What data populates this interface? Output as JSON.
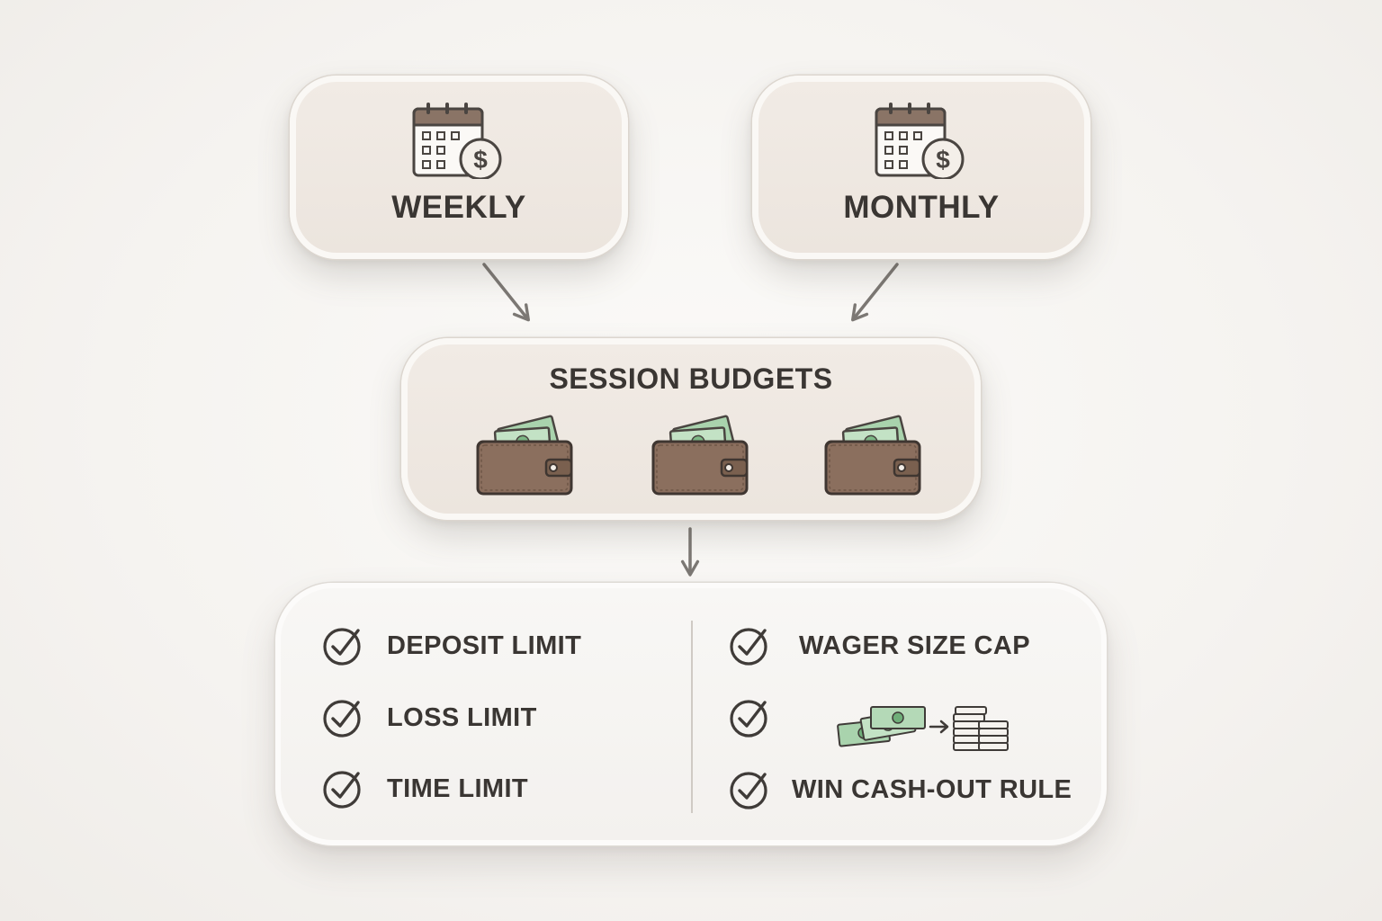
{
  "diagram": {
    "weekly": {
      "label": "WEEKLY",
      "icon": "calendar-dollar-icon"
    },
    "monthly": {
      "label": "MONTHLY",
      "icon": "calendar-dollar-icon"
    },
    "session": {
      "label": "SESSION BUDGETS",
      "wallets": [
        "wallet-cash-icon",
        "wallet-cash-icon",
        "wallet-cash-icon"
      ]
    },
    "rules": {
      "left": [
        {
          "label": "DEPOSIT LIMIT",
          "icon": "check-circle-icon"
        },
        {
          "label": "LOSS LIMIT",
          "icon": "check-circle-icon"
        },
        {
          "label": "TIME LIMIT",
          "icon": "check-circle-icon"
        }
      ],
      "right": [
        {
          "label": "WAGER SIZE CAP",
          "icon": "check-circle-icon"
        },
        {
          "label": "",
          "icon": "cash-to-chips-icon"
        },
        {
          "label": "WIN CASH-OUT RULE",
          "icon": "check-circle-icon"
        }
      ]
    },
    "colors": {
      "card_fill": "#efe8e1",
      "text": "#3a3633",
      "icon_stroke": "#4a4541",
      "calendar_header": "#8a7466",
      "wallet": "#8b6f5e",
      "cash": "#8fbf95",
      "arrow": "#7c7874"
    }
  }
}
